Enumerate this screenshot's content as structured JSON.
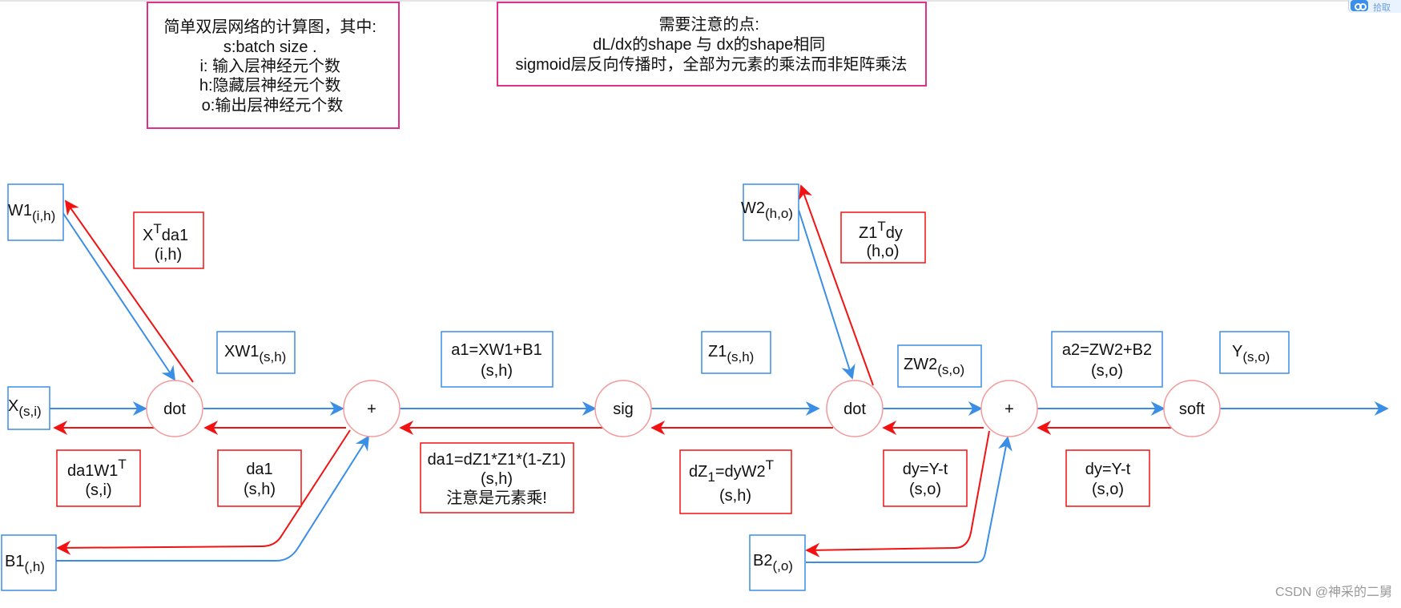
{
  "colors": {
    "forward": "#3a8ee6",
    "backward": "#f21212",
    "note_border": "#e0318a",
    "node_border": "#f29a9a",
    "watermark": "#9a9a9a"
  },
  "top_widget": {
    "icon": "link-icon",
    "label": "拾取"
  },
  "notes": {
    "intro": [
      "简单双层网络的计算图，其中:",
      "s:batch size .",
      "i: 输入层神经元个数",
      "h:隐藏层神经元个数",
      "o:输出层神经元个数"
    ],
    "attention": [
      "需要注意的点:",
      "dL/dx的shape 与 dx的shape相同",
      "sigmoid层反向传播时，全部为元素的乘法而非矩阵乘法"
    ]
  },
  "nodes": {
    "dot1": "dot",
    "add1": "+",
    "sig": "sig",
    "dot2": "dot",
    "add2": "+",
    "soft": "soft"
  },
  "inputs": {
    "w1": {
      "main": "W1",
      "sub": "(i,h)"
    },
    "x": {
      "main": "X",
      "sub": "(s,i)"
    },
    "b1": {
      "main": "B1",
      "sub": "(,h)"
    },
    "w2": {
      "main": "W2",
      "sub": "(h,o)"
    },
    "b2": {
      "main": "B2",
      "sub": "(,o)"
    }
  },
  "forward_labels": {
    "xw1": {
      "main": "XW1",
      "sub": "(s,h)"
    },
    "a1": {
      "line1": "a1=XW1+B1",
      "line2": "(s,h)"
    },
    "z1": {
      "main": "Z1",
      "sub": "(s,h)"
    },
    "zw2": {
      "main": "ZW2",
      "sub": "(s,o)"
    },
    "a2": {
      "line1": "a2=ZW2+B2",
      "line2": "(s,o)"
    },
    "y": {
      "main": "Y",
      "sub": "(s,o)"
    }
  },
  "backward_labels": {
    "xt_da1": {
      "base": "X",
      "sup": "T",
      "rest": "da1",
      "line2": "(i,h)"
    },
    "z1t_dy": {
      "base": "Z1",
      "sup": "T",
      "rest": "dy",
      "line2": "(h,o)"
    },
    "da1w1t": {
      "base": "da1W1",
      "sup": "T",
      "line2": "(s,i)"
    },
    "da1": {
      "line1": "da1",
      "line2": "(s,h)"
    },
    "da1_formula": {
      "line1": "da1=dZ1*Z1*(1-Z1)",
      "line2": "(s,h)",
      "line3": "注意是元素乘!"
    },
    "dz1": {
      "base": "dZ",
      "sub": "1",
      "rest": "=dyW2",
      "sup": "T",
      "line2": "(s,h)"
    },
    "dy_left": {
      "line1": "dy=Y-t",
      "line2": "(s,o)"
    },
    "dy_right": {
      "line1": "dy=Y-t",
      "line2": "(s,o)"
    }
  },
  "watermark": "CSDN @神采的二舅"
}
